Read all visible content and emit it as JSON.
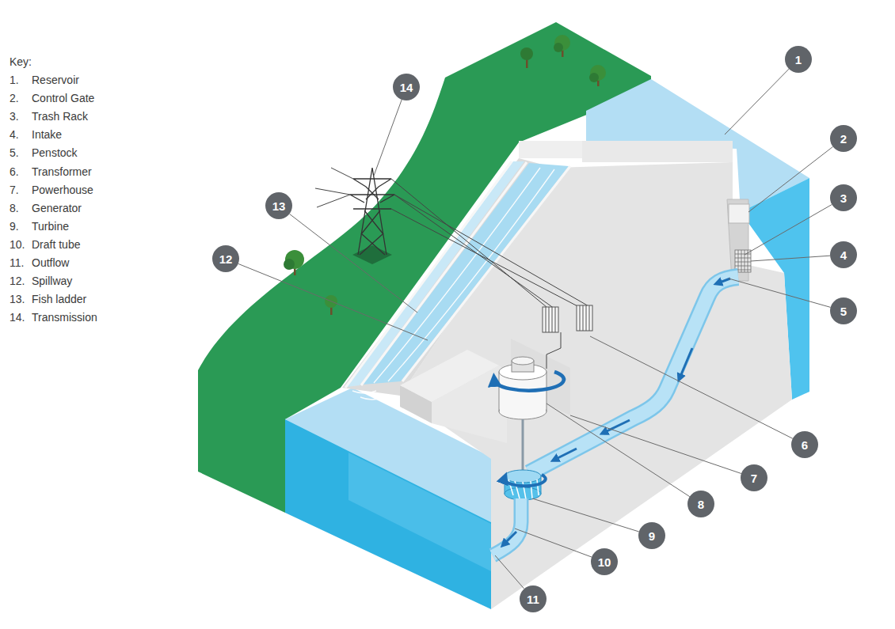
{
  "diagram": {
    "nodes": [
      {
        "text": [
          "1"
        ]
      },
      {
        "text": [
          "2"
        ]
      },
      {
        "text": [
          "3"
        ]
      },
      {
        "text": [
          "4"
        ]
      },
      {
        "text": [
          "5"
        ]
      },
      {
        "text": [
          "6"
        ]
      },
      {
        "text": [
          "7"
        ]
      },
      {
        "text": [
          "8"
        ]
      },
      {
        "text": [
          "9"
        ]
      },
      {
        "text": [
          "10"
        ]
      },
      {
        "text": [
          "11"
        ]
      },
      {
        "text": [
          "12"
        ]
      },
      {
        "text": [
          "13"
        ]
      },
      {
        "text": [
          "14"
        ]
      }
    ],
    "labels": [
      "Key:",
      "1.",
      "Reservoir",
      "2.",
      "Control Gate",
      "3.",
      "Trash Rack",
      "4.",
      "Intake",
      "5.",
      "Penstock",
      "6.",
      "Transformer",
      "7.",
      "Powerhouse",
      "8.",
      "Generator",
      "9.",
      "Turbine",
      "10.",
      "Draft tube",
      "11.",
      "Outflow",
      "12.",
      "Spillway",
      "13.",
      "Fish ladder",
      "14.",
      "Transmission"
    ]
  }
}
